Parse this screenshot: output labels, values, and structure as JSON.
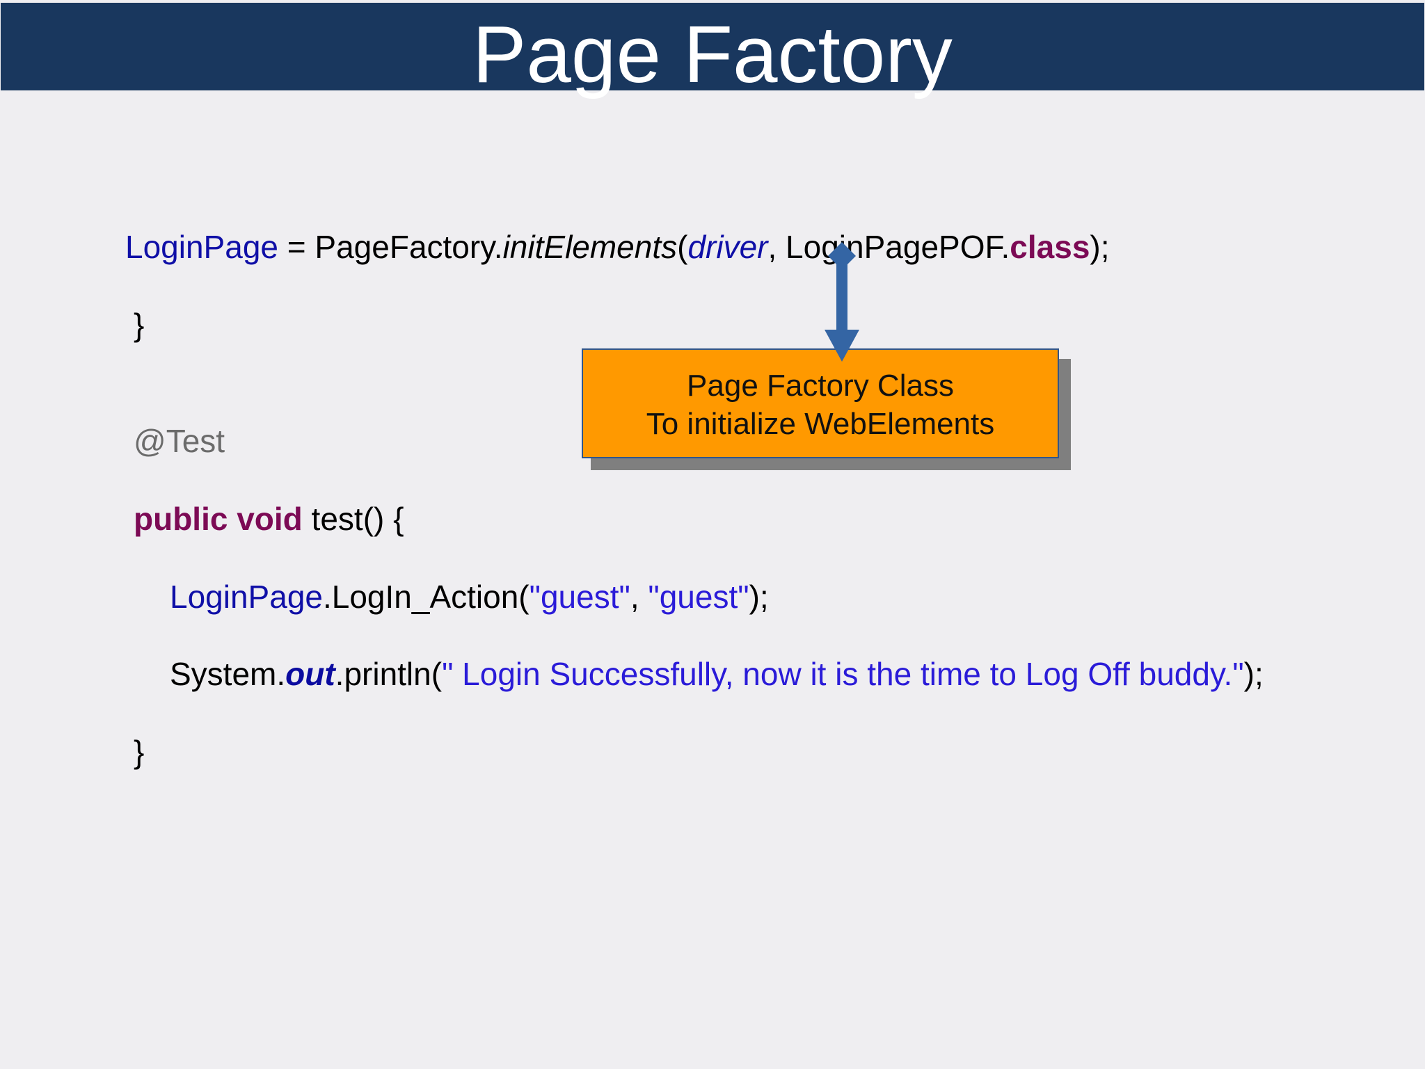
{
  "slide": {
    "title": "Page Factory"
  },
  "code": {
    "line1": {
      "var": "LoginPage",
      "eq": " = PageFactory.",
      "method": "initElements",
      "open": "(",
      "arg1": "driver",
      "comma": ", LoginPagePOF.",
      "kw_class": "class",
      "close": ");"
    },
    "line2": "}",
    "line3": "@Test",
    "line4": {
      "kw": "public void",
      "rest": " test() {"
    },
    "line5": {
      "obj": "LoginPage",
      "call": ".LogIn_Action(",
      "arg1": "\"guest\"",
      "sep": ", ",
      "arg2": "\"guest\"",
      "close": ");"
    },
    "line6": {
      "sys": "System.",
      "out": "out",
      "call": ".println(",
      "msg": "\" Login Successfully, now it is the time to Log Off buddy.\"",
      "close": ");"
    },
    "line7": "}"
  },
  "callout": {
    "line1": "Page Factory Class",
    "line2": "To initialize WebElements",
    "fill_color": "#ff9900",
    "arrow_color": "#3465a4"
  }
}
